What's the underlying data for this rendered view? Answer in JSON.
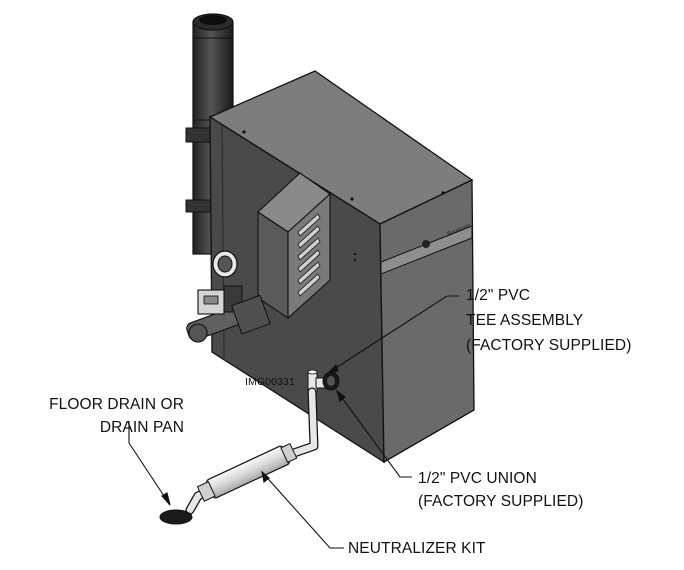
{
  "figure": {
    "image_code": "IMG00331",
    "callouts": {
      "tee_assembly": [
        "1/2\" PVC",
        "TEE ASSEMBLY",
        "(FACTORY SUPPLIED)"
      ],
      "union": [
        "1/2\" PVC UNION",
        "(FACTORY SUPPLIED)"
      ],
      "floor_drain": [
        "FLOOR DRAIN OR",
        "DRAIN PAN"
      ],
      "neutralizer": "NEUTRALIZER KIT"
    },
    "colors": {
      "front": "#4a4a4a",
      "side": "#6a6a6a",
      "top": "#7d7d7d",
      "line": "#111111",
      "pipe": "#e6e6e6"
    }
  }
}
